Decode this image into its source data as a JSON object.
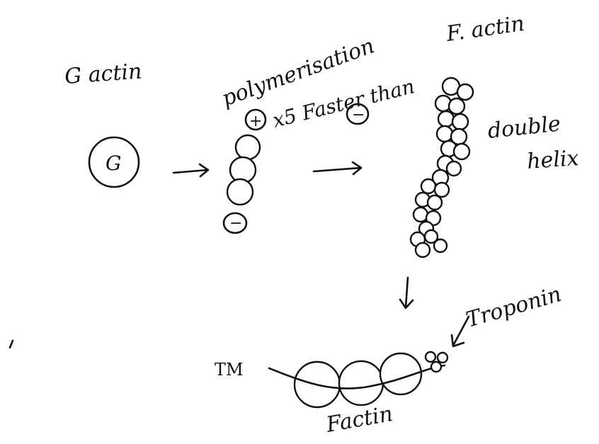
{
  "labels": {
    "g_actin": "G actin",
    "g_symbol": "G",
    "polymerisation": "polymerisation",
    "plus_end_rate": "x5 Faster than",
    "plus_sign": "+",
    "minus_sign": "−",
    "f_actin": "F. actin",
    "double": "double",
    "helix": "helix",
    "troponin": "Troponin",
    "tm": "TM",
    "factin_bottom": "Factin"
  },
  "colors": {
    "ink": "#111111",
    "background": "#ffffff"
  }
}
